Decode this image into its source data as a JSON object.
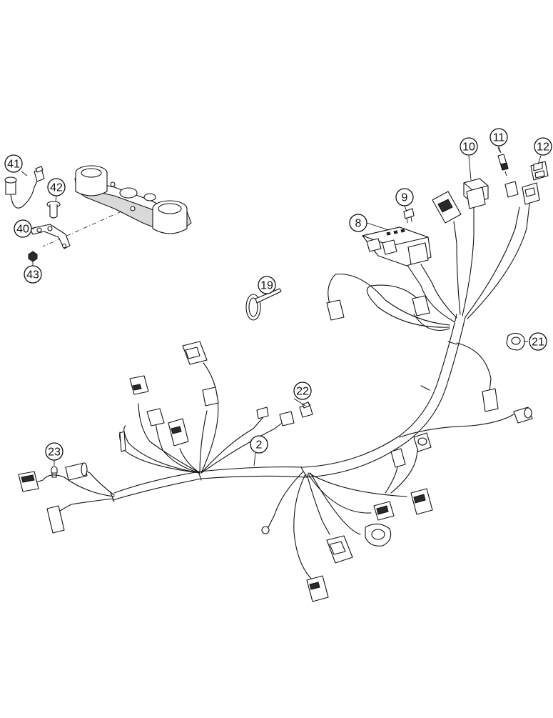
{
  "diagram": {
    "type": "exploded parts diagram",
    "callouts": [
      "2",
      "8",
      "9",
      "10",
      "11",
      "12",
      "19",
      "21",
      "22",
      "23",
      "40",
      "41",
      "42",
      "43"
    ]
  }
}
